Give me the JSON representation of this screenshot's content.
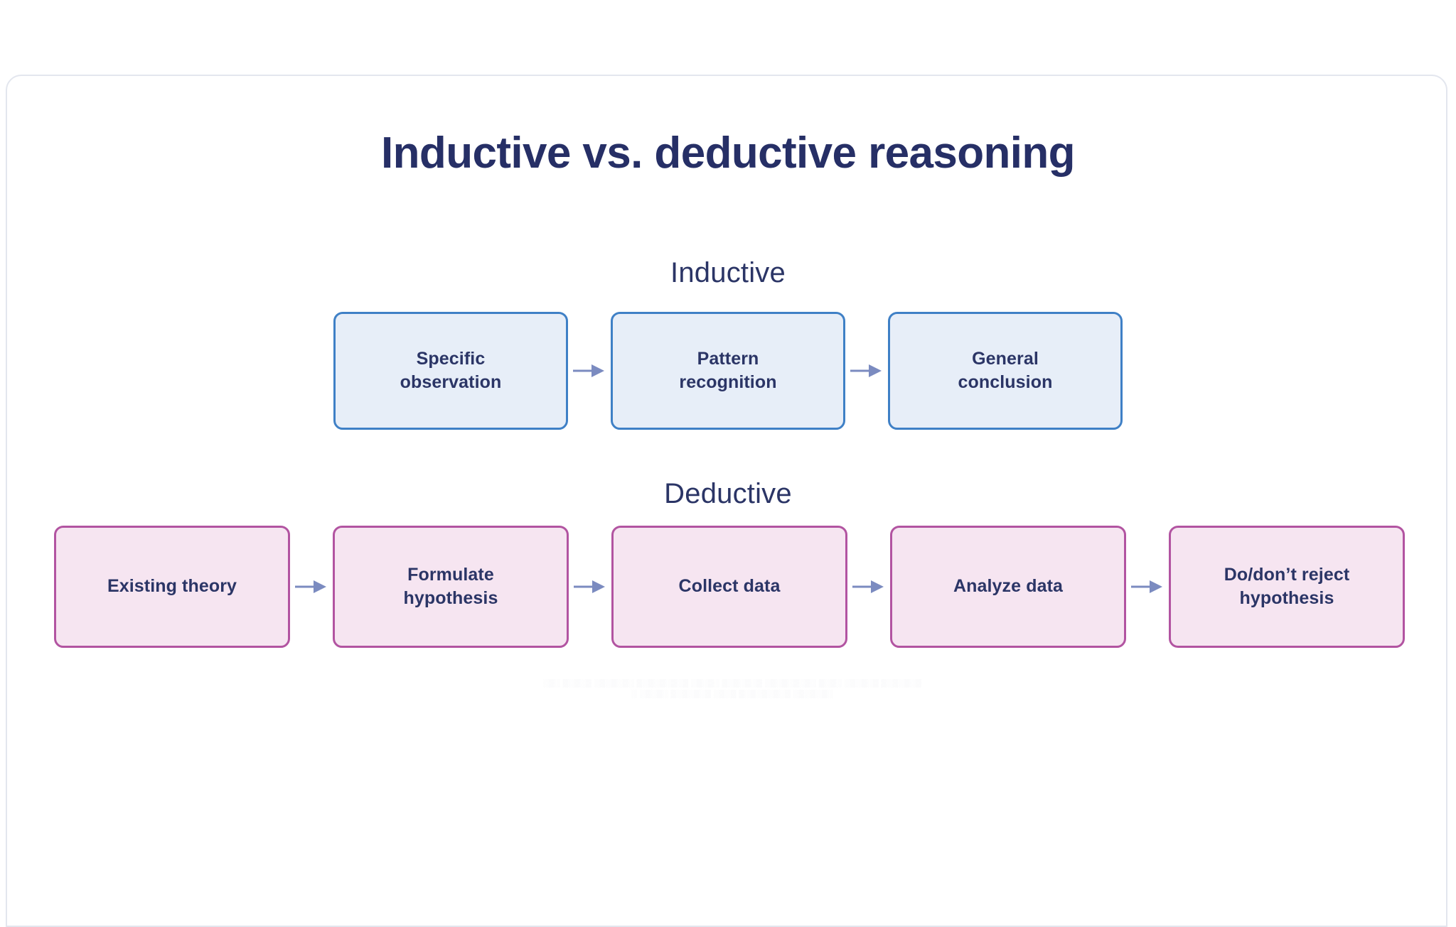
{
  "page": {
    "title": "Inductive vs. deductive reasoning",
    "background_color": "#ffffff",
    "card_border_color": "#e3e6ee"
  },
  "colors": {
    "title_navy": "#262f66",
    "text_navy": "#2b3566",
    "blue_box_fill": "#e7eef8",
    "blue_box_border": "#3f80c6",
    "pink_box_fill": "#f6e5f1",
    "pink_box_border": "#b254a1",
    "arrow": "#7b8bc0"
  },
  "sections": [
    {
      "heading": "Inductive",
      "theme": "blue",
      "steps": [
        {
          "label": "Specific observation",
          "lines": [
            "Specific",
            "observation"
          ]
        },
        {
          "label": "Pattern recognition",
          "lines": [
            "Pattern",
            "recognition"
          ]
        },
        {
          "label": "General conclusion",
          "lines": [
            "General",
            "conclusion"
          ]
        }
      ]
    },
    {
      "heading": "Deductive",
      "theme": "pink",
      "steps": [
        {
          "label": "Existing theory",
          "lines": [
            "Existing theory"
          ]
        },
        {
          "label": "Formulate hypothesis",
          "lines": [
            "Formulate",
            "hypothesis"
          ]
        },
        {
          "label": "Collect data",
          "lines": [
            "Collect data"
          ]
        },
        {
          "label": "Analyze data",
          "lines": [
            "Analyze data"
          ]
        },
        {
          "label": "Do/don’t reject hypothesis",
          "lines": [
            "Do/don’t reject",
            "hypothesis"
          ]
        }
      ]
    }
  ],
  "icons": {
    "arrow": "arrow-right-icon"
  },
  "watermark": {
    "text": "░▒░ ▒░▒░▒ ░▒░▒░▒░ ▒░▒░▒░▒░▒ ░▒░▒░ ▒░▒░▒░▒ ░▒░▒░▒░▒░ ▒░▒░ ░▒░▒░▒ ▒░▒░▒░▒░ ░▒░▒░ ▒░▒░▒░▒ ░▒░▒ ▒░▒░▒░▒░▒ ░▒░▒░▒░"
  }
}
